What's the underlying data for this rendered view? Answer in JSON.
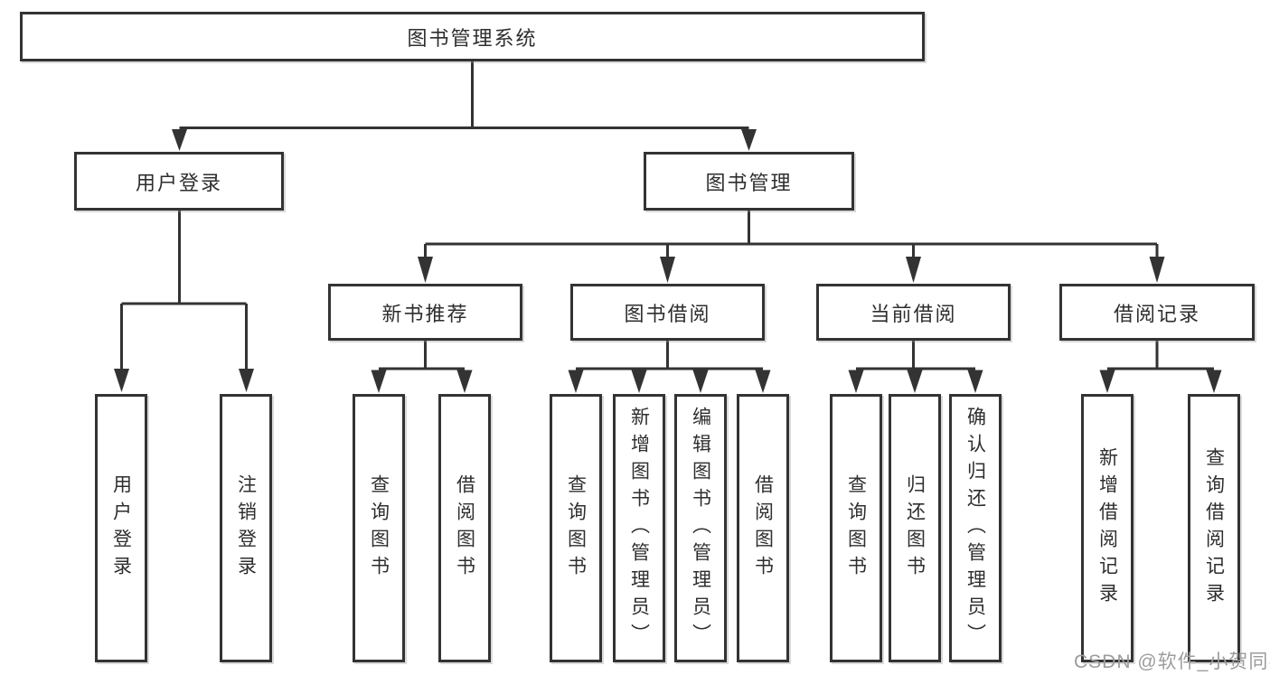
{
  "diagram": {
    "root": {
      "label": "图书管理系统"
    },
    "level2": [
      {
        "id": "user-login",
        "label": "用户登录"
      },
      {
        "id": "book-management",
        "label": "图书管理"
      }
    ],
    "level3": [
      {
        "id": "new-book-recommend",
        "label": "新书推荐"
      },
      {
        "id": "book-borrow",
        "label": "图书借阅"
      },
      {
        "id": "current-borrow",
        "label": "当前借阅"
      },
      {
        "id": "borrow-records",
        "label": "借阅记录"
      }
    ],
    "leaves": {
      "user_login": [
        "用户登录",
        "注销登录"
      ],
      "new_book_recommend": [
        "查询图书",
        "借阅图书"
      ],
      "book_borrow": [
        "查询图书",
        "新增图书（管理员）",
        "编辑图书（管理员）",
        "借阅图书"
      ],
      "current_borrow": [
        "查询图书",
        "归还图书",
        "确认归还（管理员）"
      ],
      "borrow_records": [
        "新增借阅记录",
        "查询借阅记录"
      ]
    }
  },
  "watermark": {
    "text": "CSDN @软件_小贺同学",
    "color": "#9c9c9c"
  },
  "colors": {
    "stroke": "#333333",
    "text": "#2e2e2e",
    "box_background": "#ffffff",
    "page_background": "#ffffff"
  }
}
